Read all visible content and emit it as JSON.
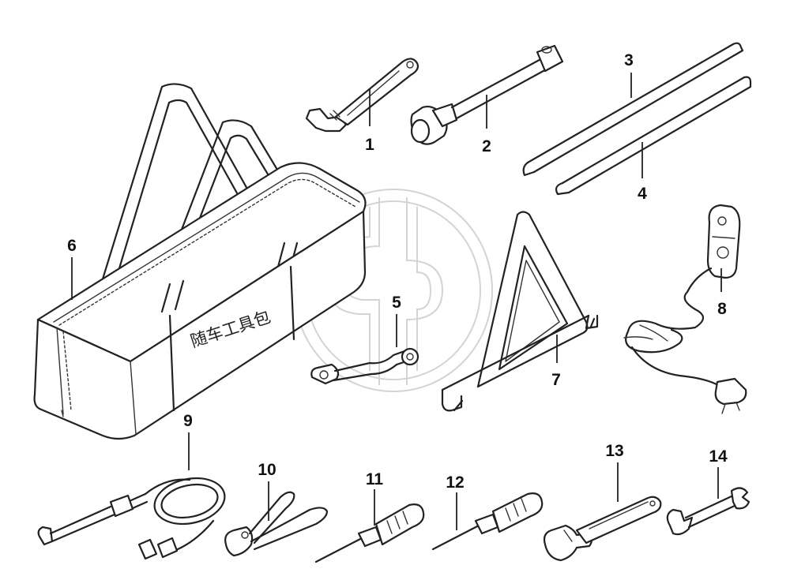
{
  "callouts": [
    {
      "id": "1",
      "label": "1"
    },
    {
      "id": "2",
      "label": "2"
    },
    {
      "id": "3",
      "label": "3"
    },
    {
      "id": "4",
      "label": "4"
    },
    {
      "id": "5",
      "label": "5"
    },
    {
      "id": "6",
      "label": "6"
    },
    {
      "id": "7",
      "label": "7"
    },
    {
      "id": "8",
      "label": "8"
    },
    {
      "id": "9",
      "label": "9"
    },
    {
      "id": "10",
      "label": "10"
    },
    {
      "id": "11",
      "label": "11"
    },
    {
      "id": "12",
      "label": "12"
    },
    {
      "id": "13",
      "label": "13"
    },
    {
      "id": "14",
      "label": "14"
    }
  ],
  "bag": {
    "text": "随车工具包"
  },
  "parts": [
    {
      "label": "1",
      "icon": "adjustable-wrench-small-icon"
    },
    {
      "label": "2",
      "icon": "wheel-brace-socket-icon"
    },
    {
      "label": "3",
      "icon": "pry-bar-long-icon"
    },
    {
      "label": "4",
      "icon": "pry-bar-short-icon"
    },
    {
      "label": "5",
      "icon": "offset-ring-wrench-icon"
    },
    {
      "label": "6",
      "icon": "tool-bag-icon"
    },
    {
      "label": "7",
      "icon": "warning-triangle-icon"
    },
    {
      "label": "8",
      "icon": "inspection-lamp-icon"
    },
    {
      "label": "9",
      "icon": "tyre-inflation-hose-icon"
    },
    {
      "label": "10",
      "icon": "pliers-icon"
    },
    {
      "label": "11",
      "icon": "screwdriver-icon"
    },
    {
      "label": "12",
      "icon": "screwdriver-icon"
    },
    {
      "label": "13",
      "icon": "adjustable-wrench-large-icon"
    },
    {
      "label": "14",
      "icon": "open-end-spanner-icon"
    }
  ],
  "watermark": {
    "icon": "brand-watermark-logo"
  }
}
